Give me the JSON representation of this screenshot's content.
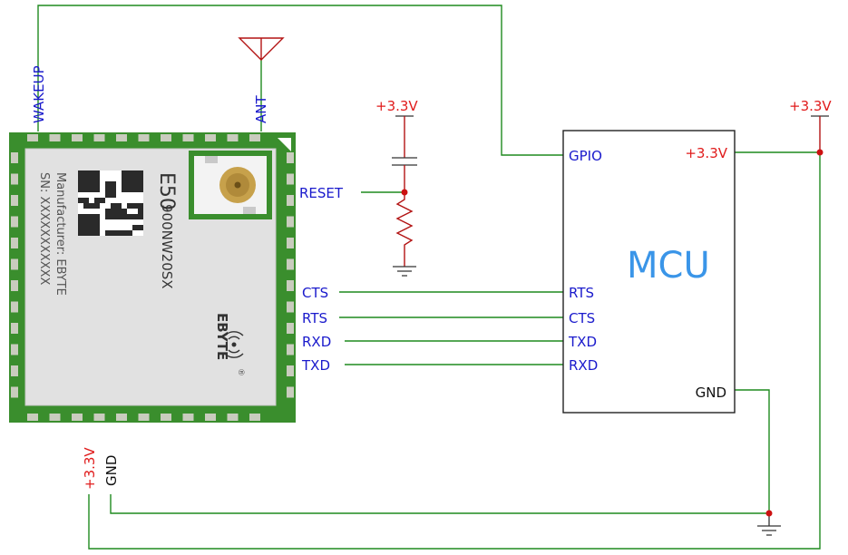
{
  "module": {
    "model": "E50",
    "part": "900NW20SX",
    "manufacturer_line": "Manufacturer: EBYTE",
    "sn_line": "SN: XXXXXXXXXXX",
    "brand": "EBYTE",
    "registered_mark": "®"
  },
  "mcu": {
    "title": "MCU",
    "pins": {
      "gpio": "GPIO",
      "vcc": "+3.3V",
      "rts": "RTS",
      "cts": "CTS",
      "txd": "TXD",
      "rxd": "RXD",
      "gnd": "GND"
    }
  },
  "module_pins": {
    "wakeup": "WAKEUP",
    "ant": "ANT",
    "reset": "RESET",
    "cts": "CTS",
    "rts": "RTS",
    "rxd": "RXD",
    "txd": "TXD",
    "vcc": "+3.3V",
    "gnd": "GND"
  },
  "power_labels": {
    "reset_supply": "+3.3V",
    "rail_supply": "+3.3V"
  },
  "colors": {
    "wire": "#1f8a1f",
    "pin_label": "#1a1acc",
    "power_label": "#e01b1b",
    "mcu_title": "#3a95e8",
    "pcb": "#3b8f2e",
    "node": "#cc1111"
  }
}
